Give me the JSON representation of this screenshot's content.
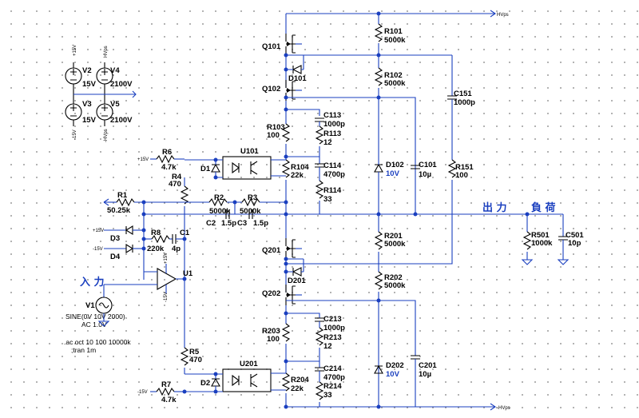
{
  "rails": {
    "hv_top": "HVps",
    "hv_bot": "-HVps",
    "p15": "+15V",
    "m15": "-15V",
    "hvps": "HVps",
    "mhvps": "-HVps"
  },
  "sources": {
    "V2": {
      "name": "V2",
      "value": "15V"
    },
    "V3": {
      "name": "V3",
      "value": "15V"
    },
    "V4": {
      "name": "V4",
      "value": "2100V"
    },
    "V5": {
      "name": "V5",
      "value": "2100V"
    },
    "V1": {
      "name": "V1",
      "value": "SINE(0V 10V 2000)",
      "ac": "AC 1.0V"
    }
  },
  "directives": {
    "ac": ".ac oct 10 100 10000k",
    "tran": ";tran 1m"
  },
  "labels": {
    "input": "入 力",
    "output": "出 力",
    "load": "負 荷"
  },
  "components": {
    "R101": {
      "name": "R101",
      "value": "5000k"
    },
    "R102": {
      "name": "R102",
      "value": "5000k"
    },
    "R103": {
      "name": "R103",
      "value": "100"
    },
    "R104": {
      "name": "R104",
      "value": "22k"
    },
    "R113": {
      "name": "R113",
      "value": "12"
    },
    "R114": {
      "name": "R114",
      "value": "33"
    },
    "C113": {
      "name": "C113",
      "value": "1000p"
    },
    "C114": {
      "name": "C114",
      "value": "4700p"
    },
    "C151": {
      "name": "C151",
      "value": "1000p"
    },
    "R151": {
      "name": "R151",
      "value": "100"
    },
    "C101": {
      "name": "C101",
      "value": "10µ"
    },
    "D102": {
      "name": "D102",
      "value": "10V"
    },
    "D101": {
      "name": "D101"
    },
    "Q101": {
      "name": "Q101"
    },
    "Q102": {
      "name": "Q102"
    },
    "U101": {
      "name": "U101"
    },
    "D1": {
      "name": "D1"
    },
    "R6": {
      "name": "R6",
      "value": "4.7k"
    },
    "R4": {
      "name": "R4",
      "value": "470"
    },
    "R1": {
      "name": "R1",
      "value": "50.25k"
    },
    "R2": {
      "name": "R2",
      "value": "5000k"
    },
    "R3": {
      "name": "R3",
      "value": "5000k"
    },
    "C2": {
      "name": "C2",
      "value": "1.5p"
    },
    "C3": {
      "name": "C3",
      "value": "1.5p"
    },
    "D3": {
      "name": "D3"
    },
    "D4": {
      "name": "D4"
    },
    "R8": {
      "name": "R8",
      "value": "220k"
    },
    "C1": {
      "name": "C1",
      "value": "4p"
    },
    "U1": {
      "name": "U1"
    },
    "R201": {
      "name": "R201",
      "value": "5000k"
    },
    "R202": {
      "name": "R202",
      "value": "5000k"
    },
    "Q201": {
      "name": "Q201"
    },
    "Q202": {
      "name": "Q202"
    },
    "D201": {
      "name": "D201"
    },
    "R203": {
      "name": "R203",
      "value": "100"
    },
    "R204": {
      "name": "R204",
      "value": "22k"
    },
    "R213": {
      "name": "R213",
      "value": "12"
    },
    "R214": {
      "name": "R214",
      "value": "33"
    },
    "C213": {
      "name": "C213",
      "value": "1000p"
    },
    "C214": {
      "name": "C214",
      "value": "4700p"
    },
    "D202": {
      "name": "D202",
      "value": "10V"
    },
    "C201": {
      "name": "C201",
      "value": "10µ"
    },
    "U201": {
      "name": "U201"
    },
    "D2": {
      "name": "D2"
    },
    "R5": {
      "name": "R5",
      "value": "470"
    },
    "R7": {
      "name": "R7",
      "value": "4.7k"
    },
    "R501": {
      "name": "R501",
      "value": "1000k"
    },
    "C501": {
      "name": "C501",
      "value": "10p"
    }
  }
}
